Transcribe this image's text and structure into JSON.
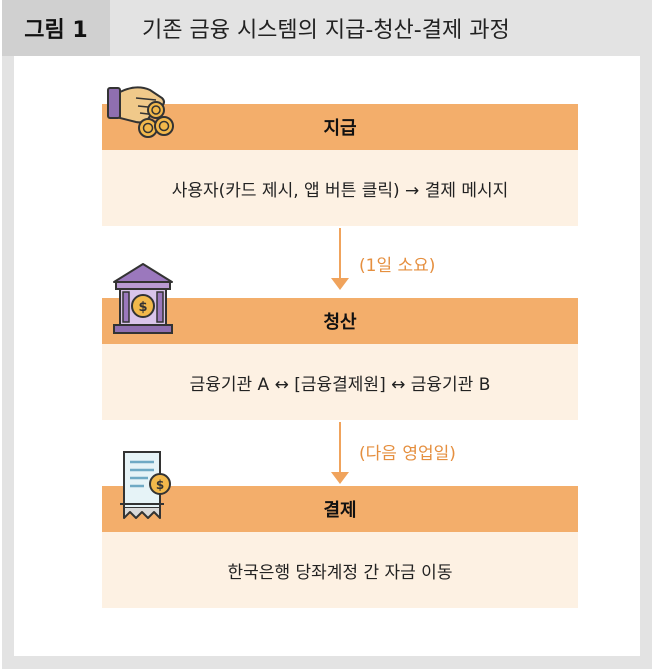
{
  "figure": {
    "label": "그림 1",
    "title": "기존 금융 시스템의 지급-청산-결제 과정"
  },
  "stages": [
    {
      "name": "지급",
      "description": "사용자(카드 제시, 앱 버튼 클릭) → 결제 메시지",
      "icon": "hand-with-coins-icon"
    },
    {
      "name": "청산",
      "description": "금융기관 A ↔ [금융결제원] ↔ 금융기관 B",
      "icon": "bank-building-icon"
    },
    {
      "name": "결제",
      "description": "한국은행 당좌계정 간 자금 이동",
      "icon": "receipt-dollar-icon"
    }
  ],
  "connectors": [
    {
      "label": "(1일 소요)"
    },
    {
      "label": "(다음 영업일)"
    }
  ],
  "colors": {
    "header_fill": "#f3ae6b",
    "body_fill": "#fdf1e3",
    "arrow": "#f0a35c",
    "arrow_label": "#e58f3f",
    "frame": "#e3e3e3",
    "label_box": "#d0d0d0"
  }
}
